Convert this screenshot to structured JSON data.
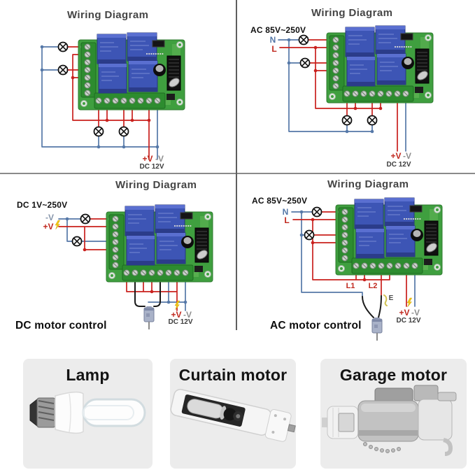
{
  "colors": {
    "wire_red": "#c9201d",
    "wire_blue": "#5578a8",
    "wire_black": "#1a1a1a",
    "earth_yellow": "#cfc04f",
    "pcb_green": "#3f9f3f",
    "terminal_green": "#2d8c2f",
    "relay_blue": "#3d55b5",
    "label_red": "#c0281e",
    "label_blue": "#5578a8",
    "label_gray": "#8f8f8f",
    "lightning_yellow": "#f2c713",
    "divider_gray": "#8a8a8a",
    "card_background": "#ececec"
  },
  "quadrants": {
    "top_left": {
      "title": "Wiring Diagram",
      "plus_v": "+V",
      "minus_v": "-V",
      "supply": "DC 12V"
    },
    "top_right": {
      "title": "Wiring Diagram",
      "voltage_range": "AC 85V~250V",
      "neutral": "N",
      "live": "L",
      "plus_v": "+V",
      "minus_v": "-V",
      "supply": "DC 12V"
    },
    "bottom_left": {
      "title": "Wiring Diagram",
      "voltage_range": "DC 1V~250V",
      "input_minus": "-V",
      "input_plus": "+V",
      "plus_v": "+V",
      "minus_v": "-V",
      "supply": "DC 12V",
      "caption": "DC motor control"
    },
    "bottom_right": {
      "title": "Wiring Diagram",
      "voltage_range": "AC 85V~250V",
      "neutral": "N",
      "live": "L",
      "line1": "L1",
      "line2": "L2",
      "earth": "E",
      "plus_v": "+V",
      "minus_v": "-V",
      "supply": "DC 12V",
      "caption": "AC motor control"
    }
  },
  "applications": [
    {
      "label": "Lamp",
      "icon": "cfl-bulb-icon"
    },
    {
      "label": "Curtain motor",
      "icon": "curtain-motor-icon"
    },
    {
      "label": "Garage motor",
      "icon": "garage-motor-icon"
    }
  ]
}
